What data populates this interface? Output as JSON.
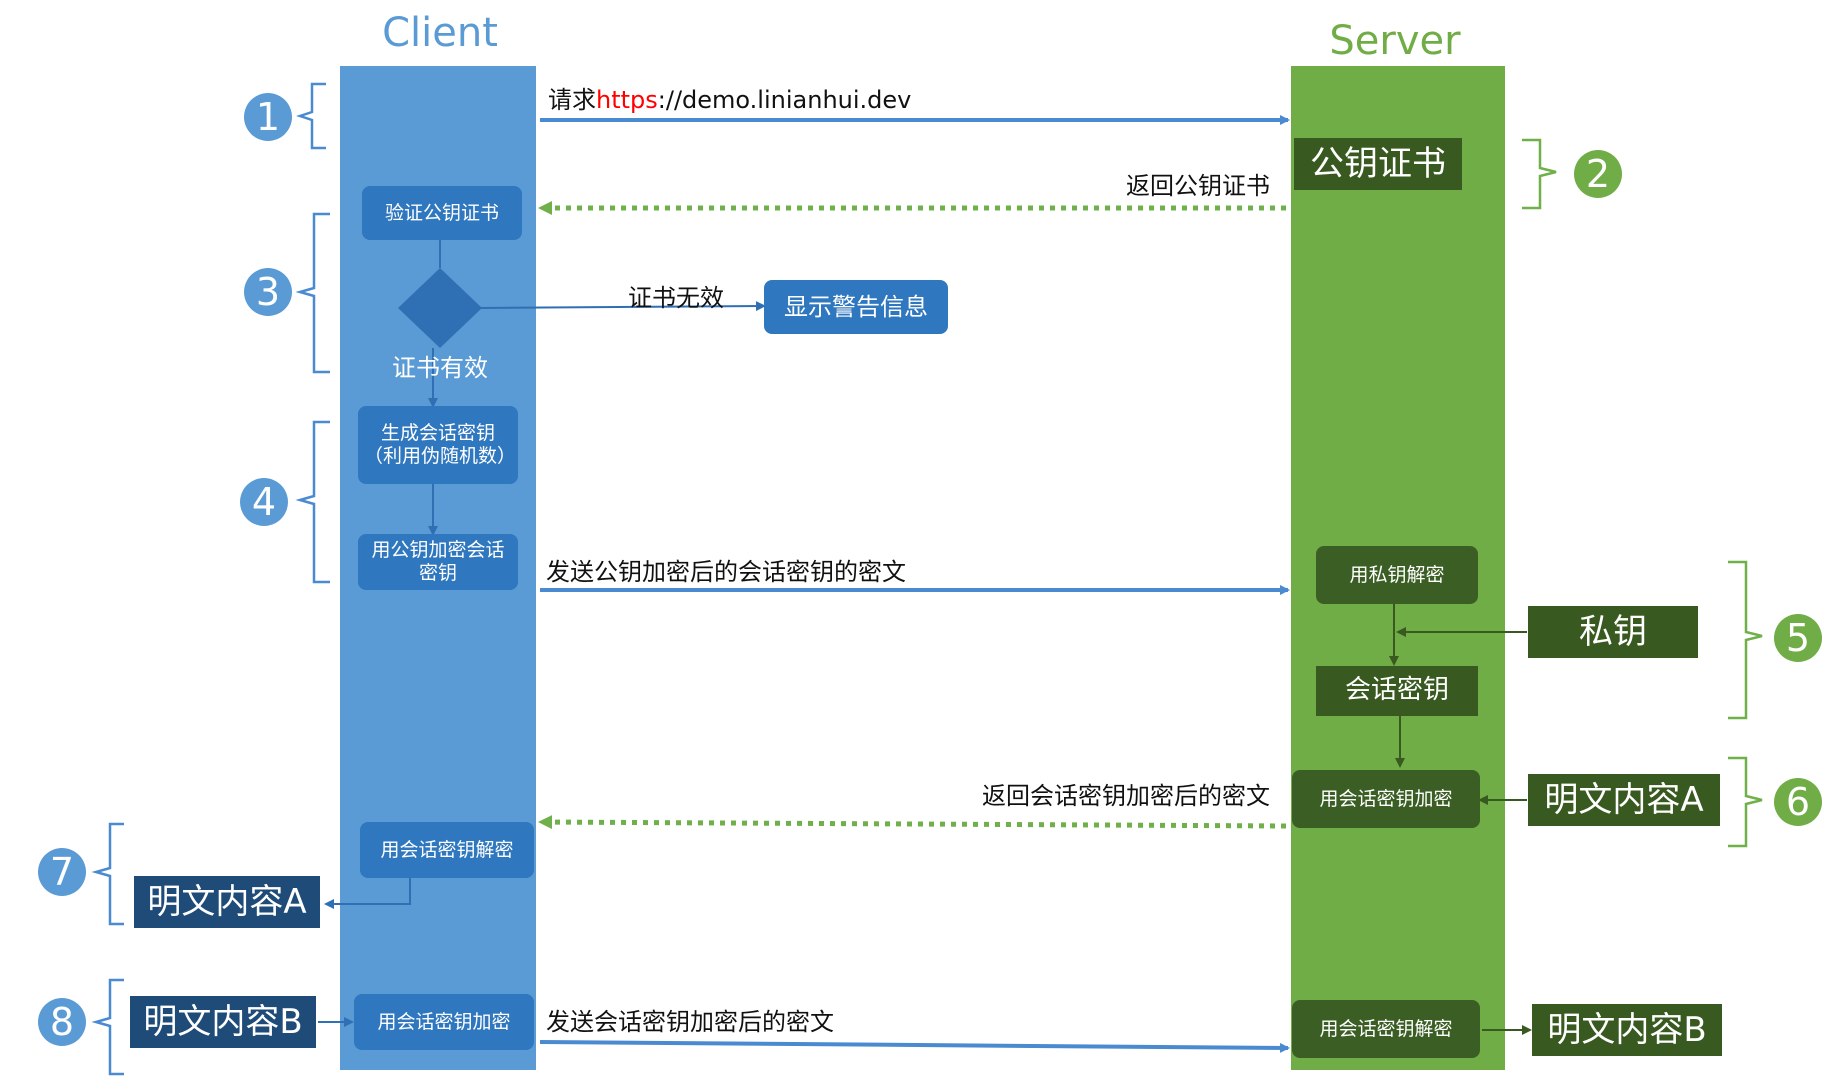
{
  "lanes": {
    "client_title": "Client",
    "server_title": "Server"
  },
  "colors": {
    "client_lane": "#5b9bd5",
    "server_lane": "#70ad47",
    "client_box": "#2f77bf",
    "server_box": "#3a5e23",
    "https_highlight": "#ff0000"
  },
  "steps": [
    "1",
    "2",
    "3",
    "4",
    "5",
    "6",
    "7",
    "8"
  ],
  "messages": {
    "request_prefix": "请求",
    "request_scheme": "https",
    "request_rest": "://demo.linianhui.dev",
    "return_cert": "返回公钥证书",
    "cert_invalid": "证书无效",
    "send_encrypted_key": "发送公钥加密后的会话密钥的密文",
    "return_session_encrypted": "返回会话密钥加密后的密文",
    "send_session_encrypted": "发送会话密钥加密后的密文"
  },
  "client": {
    "verify_cert": "验证公钥证书",
    "cert_valid": "证书有效",
    "show_warning": "显示警告信息",
    "gen_session_key": "生成会话密钥（利用伪随机数）",
    "encrypt_session_key": "用公钥加密会话密钥",
    "decrypt_with_session": "用会话密钥解密",
    "plaintext_a": "明文内容A",
    "plaintext_b": "明文内容B",
    "encrypt_with_session": "用会话密钥加密"
  },
  "server": {
    "public_cert": "公钥证书",
    "decrypt_private": "用私钥解密",
    "private_key": "私钥",
    "session_key": "会话密钥",
    "encrypt_with_session": "用会话密钥加密",
    "plaintext_a": "明文内容A",
    "decrypt_with_session": "用会话密钥解密",
    "plaintext_b": "明文内容B"
  }
}
